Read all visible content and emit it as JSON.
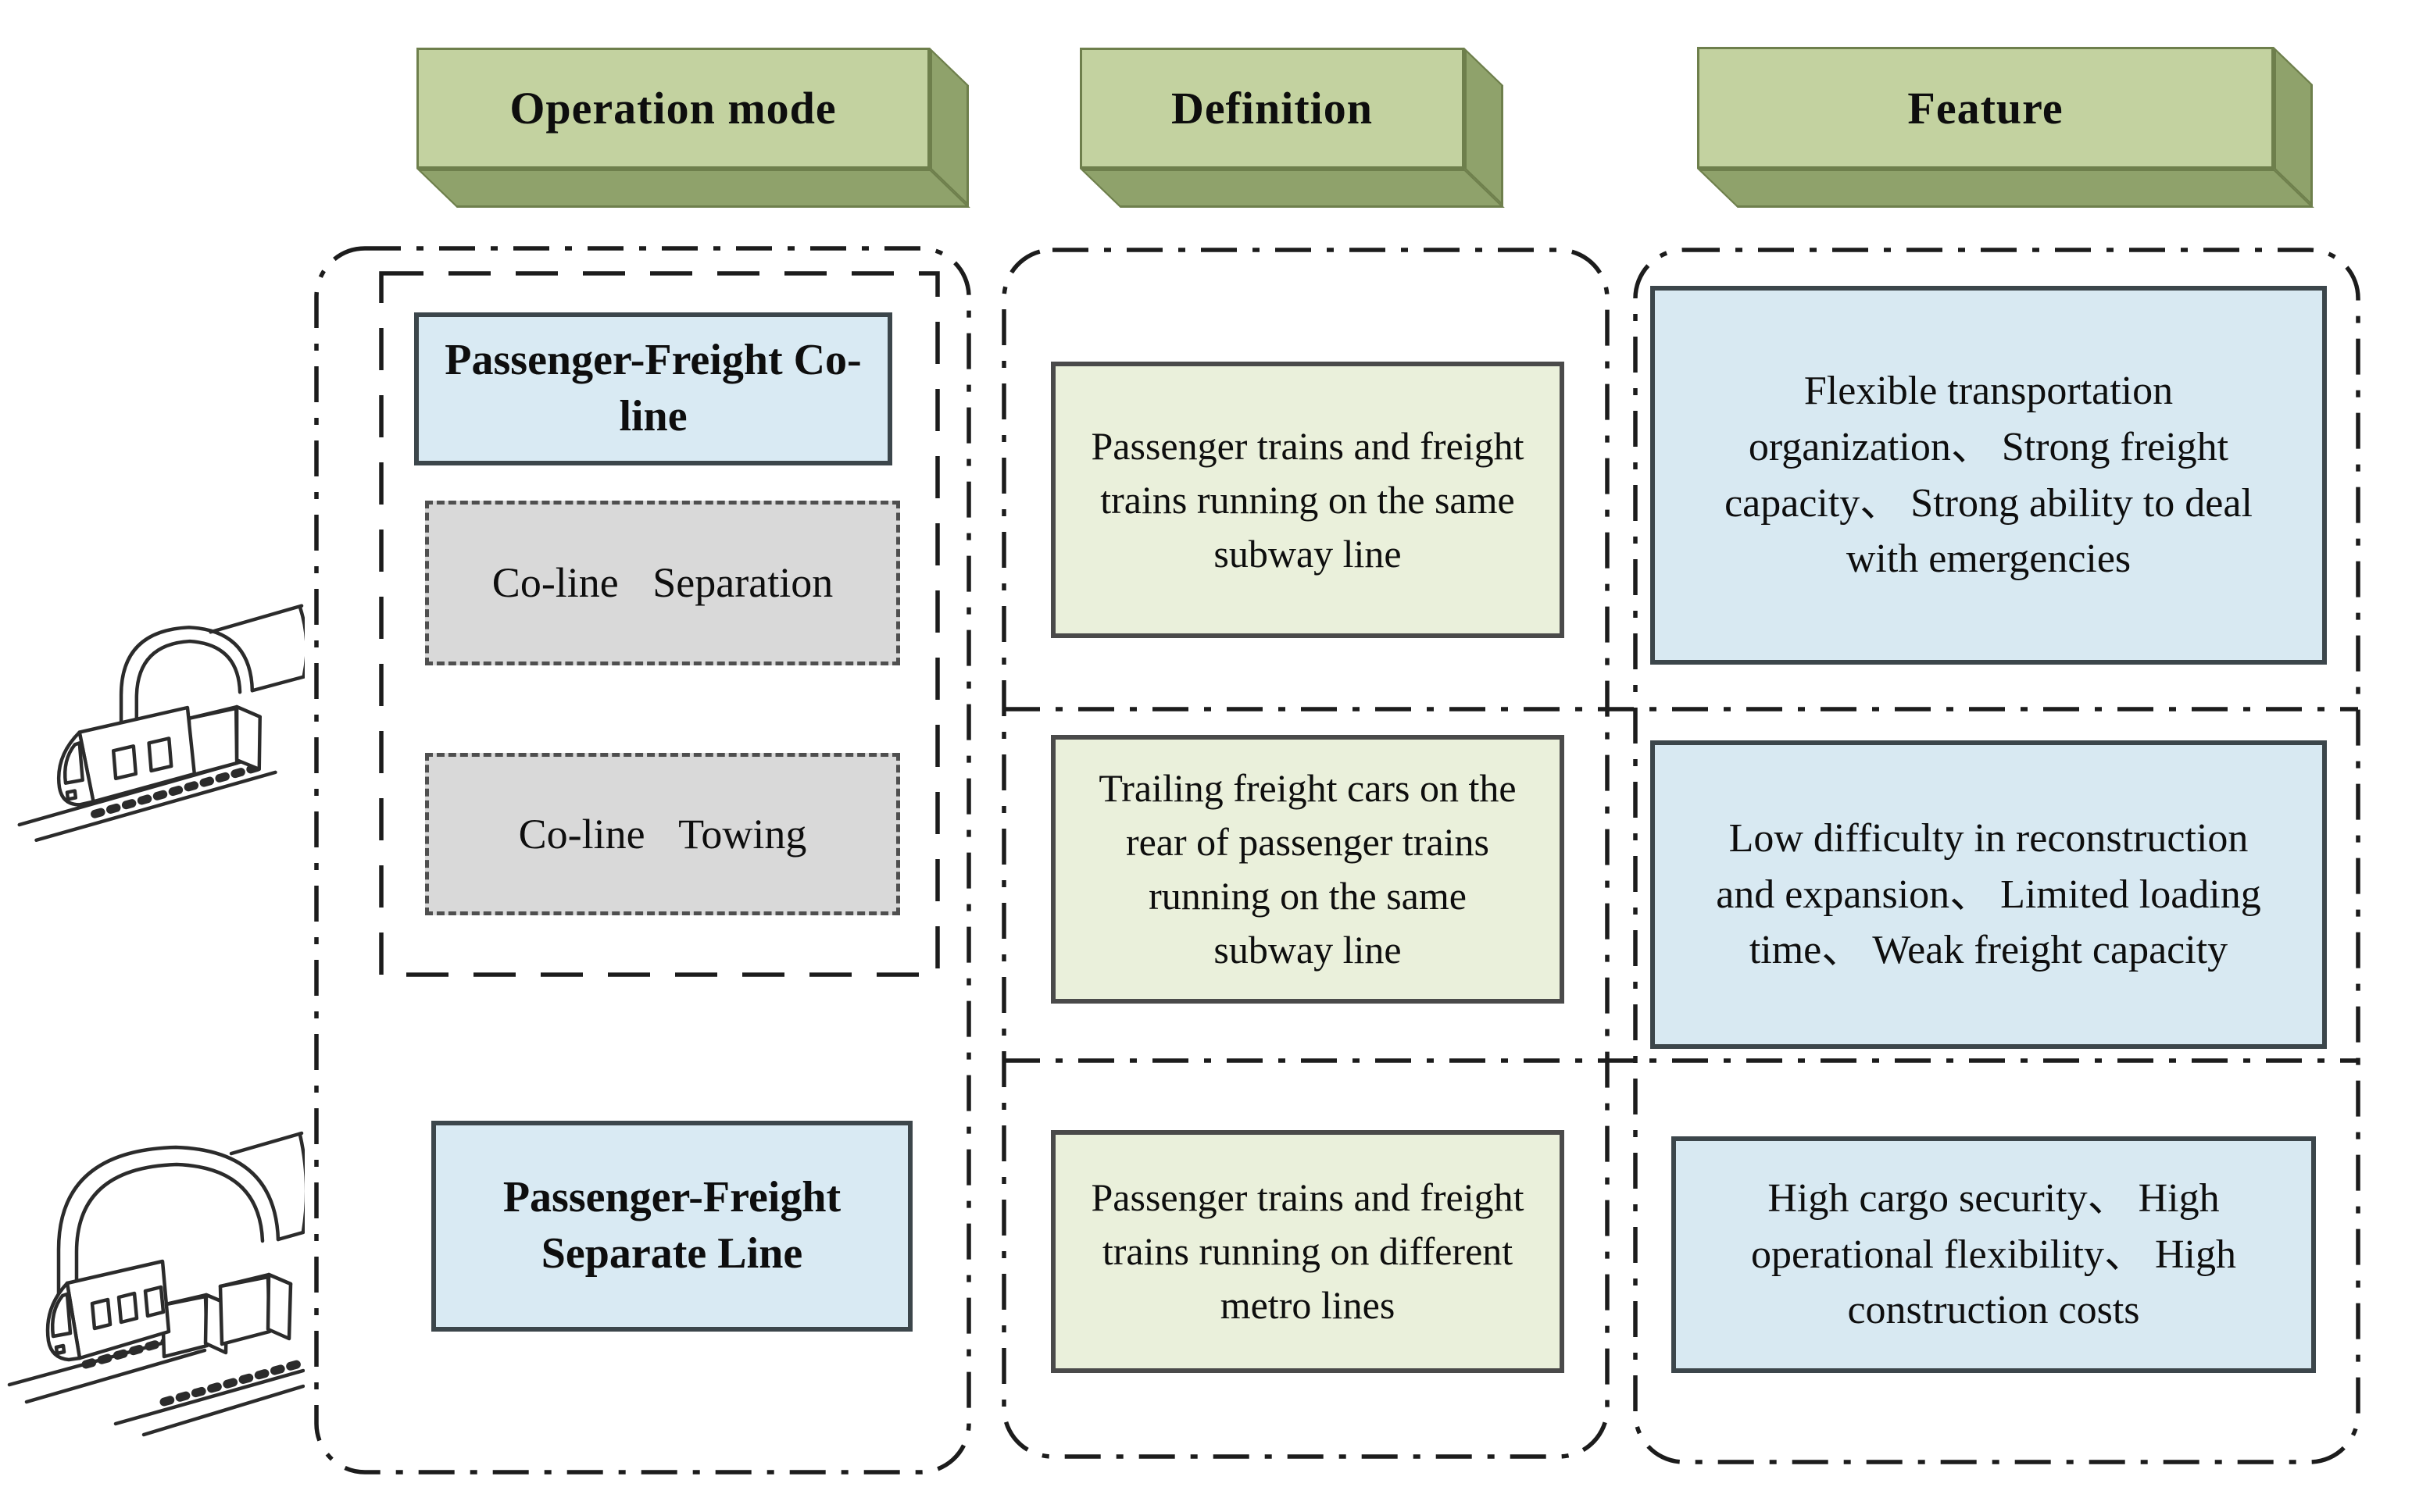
{
  "colors": {
    "header_face": "#c3d2a0",
    "header_side": "#8fa26b",
    "header_edge": "#6e7f4c",
    "blue_box_fill": "#d9eaf3",
    "blue_box_border": "#3c464b",
    "gray_box_fill": "#d9d9d9",
    "gray_box_border": "#4f4f4f",
    "definition_box_fill": "#eaf0db",
    "definition_box_border": "#4a4a4a",
    "feature_box_fill": "#d8e9f2",
    "container_line": "#1c1c1c"
  },
  "headers": {
    "operation_mode": "Operation mode",
    "definition": "Definition",
    "feature": "Feature"
  },
  "operation_modes": {
    "co_line": {
      "label": "Passenger-Freight Co-line",
      "sub_modes": {
        "separation": "Co-line Separation",
        "towing": "Co-line Towing"
      }
    },
    "separate_line": {
      "label": "Passenger-Freight Separate Line"
    }
  },
  "rows": [
    {
      "id": "co-line",
      "definition": "Passenger trains and freight trains running on the same subway line",
      "feature": "Flexible transportation organization、 Strong freight capacity、 Strong ability to deal with emergencies"
    },
    {
      "id": "co-line-towing",
      "definition": "Trailing freight cars on the rear of passenger trains running on the same subway line",
      "feature": "Low difficulty in reconstruction and expansion、 Limited loading time、 Weak freight capacity"
    },
    {
      "id": "separate-line",
      "definition": "Passenger trains and freight trains running on different metro lines",
      "feature": "High cargo security、 High operational flexibility、 High construction costs"
    }
  ],
  "illustrations": {
    "co_line_icon": "train-with-freight-car-entering-tunnel-sketch",
    "separate_line_icon": "train-and-freight-cars-on-separate-tracks-in-tunnel-sketch"
  }
}
